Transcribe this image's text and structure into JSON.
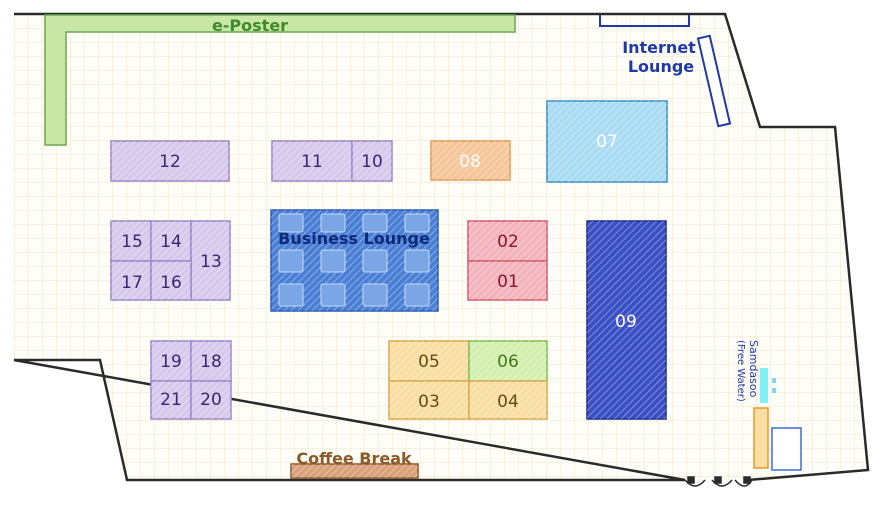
{
  "zones": {
    "eposter": "e-Poster",
    "internet_lounge_line1": "Internet",
    "internet_lounge_line2": "Lounge",
    "business_lounge": "Business Lounge",
    "coffee_break": "Coffee Break",
    "samdasoo": "Samdasoo",
    "free_water": "(Free Water)"
  },
  "booths": {
    "b01": "01",
    "b02": "02",
    "b03": "03",
    "b04": "04",
    "b05": "05",
    "b06": "06",
    "b07": "07",
    "b08": "08",
    "b09": "09",
    "b10": "10",
    "b11": "11",
    "b12": "12",
    "b13": "13",
    "b14": "14",
    "b15": "15",
    "b16": "16",
    "b17": "17",
    "b18": "18",
    "b19": "19",
    "b20": "20",
    "b21": "21"
  },
  "colors": {
    "purple": "#d7c9ec",
    "purple_stroke": "#9b86c9",
    "purple_text": "#3b2470",
    "orange": "#f6c79a",
    "yellow": "#f9dfa4",
    "green": "#d4efb0",
    "red": "#f3b3bd",
    "light_blue": "#a9dcf2",
    "navy": "#3a4fc4",
    "business_blue": "#4a7fd6",
    "eposter_green": "#c9e8a8"
  }
}
